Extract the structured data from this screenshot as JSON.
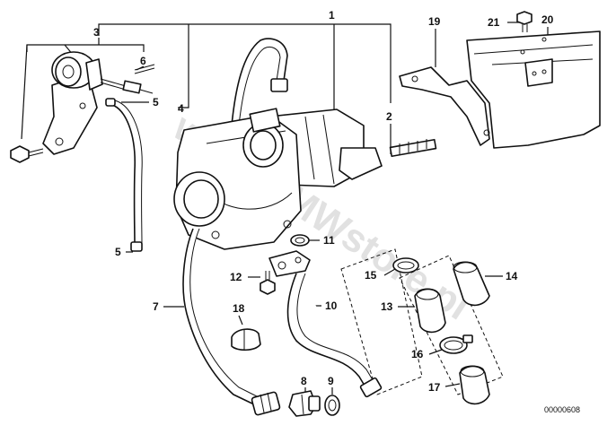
{
  "callouts": [
    {
      "id": "c1",
      "label": "1"
    },
    {
      "id": "c2",
      "label": "2"
    },
    {
      "id": "c3",
      "label": "3"
    },
    {
      "id": "c4",
      "label": "4"
    },
    {
      "id": "c5a",
      "label": "5"
    },
    {
      "id": "c5b",
      "label": "5"
    },
    {
      "id": "c6",
      "label": "6"
    },
    {
      "id": "c7",
      "label": "7"
    },
    {
      "id": "c8",
      "label": "8"
    },
    {
      "id": "c9",
      "label": "9"
    },
    {
      "id": "c10",
      "label": "10"
    },
    {
      "id": "c11",
      "label": "11"
    },
    {
      "id": "c12",
      "label": "12"
    },
    {
      "id": "c13",
      "label": "13"
    },
    {
      "id": "c14",
      "label": "14"
    },
    {
      "id": "c15",
      "label": "15"
    },
    {
      "id": "c16",
      "label": "16"
    },
    {
      "id": "c17",
      "label": "17"
    },
    {
      "id": "c18",
      "label": "18"
    },
    {
      "id": "c19",
      "label": "19"
    },
    {
      "id": "c20",
      "label": "20"
    },
    {
      "id": "c21",
      "label": "21"
    }
  ],
  "document_id": "00000608",
  "watermark": "www.BMWstore.pl"
}
